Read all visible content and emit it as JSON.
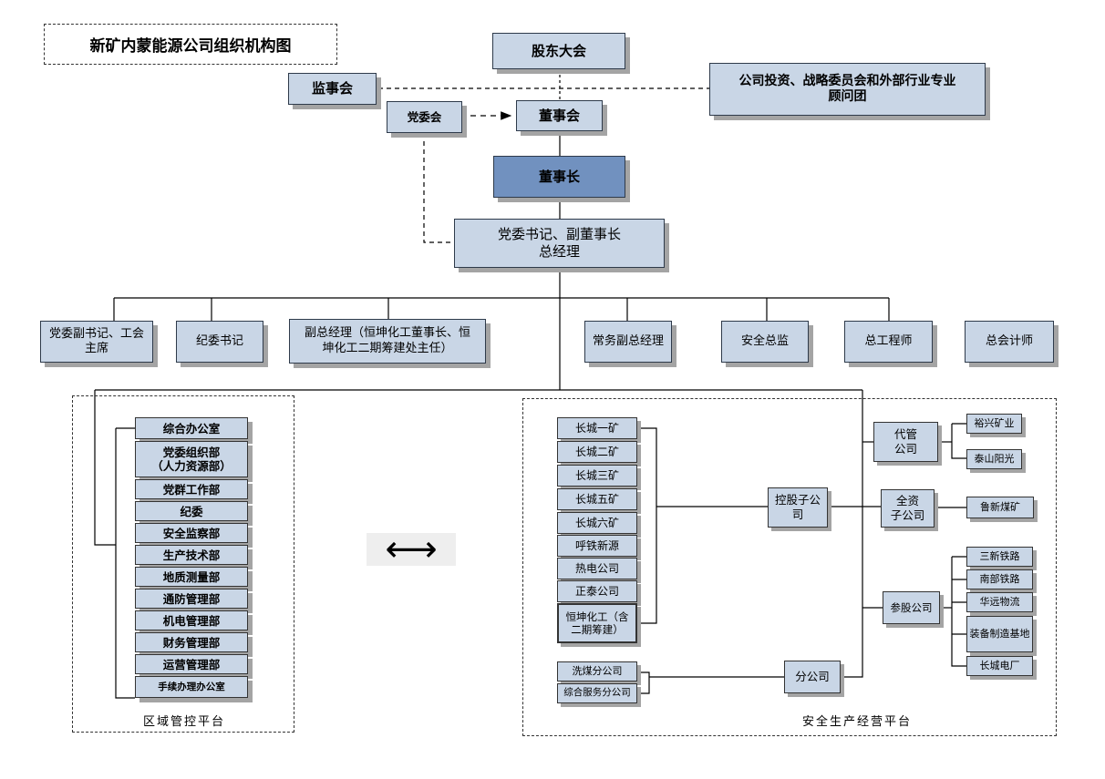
{
  "title": "新矿内蒙能源公司组织机构图",
  "top": {
    "shareholders": "股东大会",
    "supervisory": "监事会",
    "strategy": "公司投资、战略委员会和外部行业专业\n顾问团",
    "party": "党委会",
    "board": "董事会",
    "chairman": "董事长",
    "gm": "党委书记、副董事长\n总经理"
  },
  "executives": [
    "党委副书记、工会\n主席",
    "纪委书记",
    "副总经理（恒坤化工董事长、恒\n坤化工二期筹建处主任）",
    "常务副总经理",
    "安全总监",
    "总工程师",
    "总会计师"
  ],
  "departments": [
    "综合办公室",
    "党委组织部\n（人力资源部）",
    "党群工作部",
    "纪委",
    "安全监察部",
    "生产技术部",
    "地质测量部",
    "通防管理部",
    "机电管理部",
    "财务管理部",
    "运营管理部",
    "手续办理办公室"
  ],
  "platforms": {
    "regional": "区域管控平台",
    "production": "安全生产经营平台"
  },
  "subsidiaries": [
    "长城一矿",
    "长城二矿",
    "长城三矿",
    "长城五矿",
    "长城六矿",
    "呼铁新源",
    "热电公司",
    "正泰公司",
    "恒坤化工（含\n二期筹建）"
  ],
  "branches": [
    "洗煤分公司",
    "综合服务分公司"
  ],
  "groups": {
    "holding": "控股子公\n司",
    "branch": "分公司",
    "managed": "代管\n公司",
    "wholly": "全资\n子公司",
    "shareholding": "参股公司"
  },
  "managed_companies": [
    "裕兴矿业",
    "泰山阳光"
  ],
  "wholly_companies": [
    "鲁新煤矿"
  ],
  "share_companies": [
    "三新铁路",
    "南部铁路",
    "华远物流",
    "装备制造基地",
    "长城电厂"
  ],
  "arrow_symbol": "⟷",
  "colors": {
    "box_fill": "#c9d6e6",
    "chairman_fill": "#7191bf",
    "shadow": "#a4a4a4",
    "border": "#2e3a4a"
  }
}
